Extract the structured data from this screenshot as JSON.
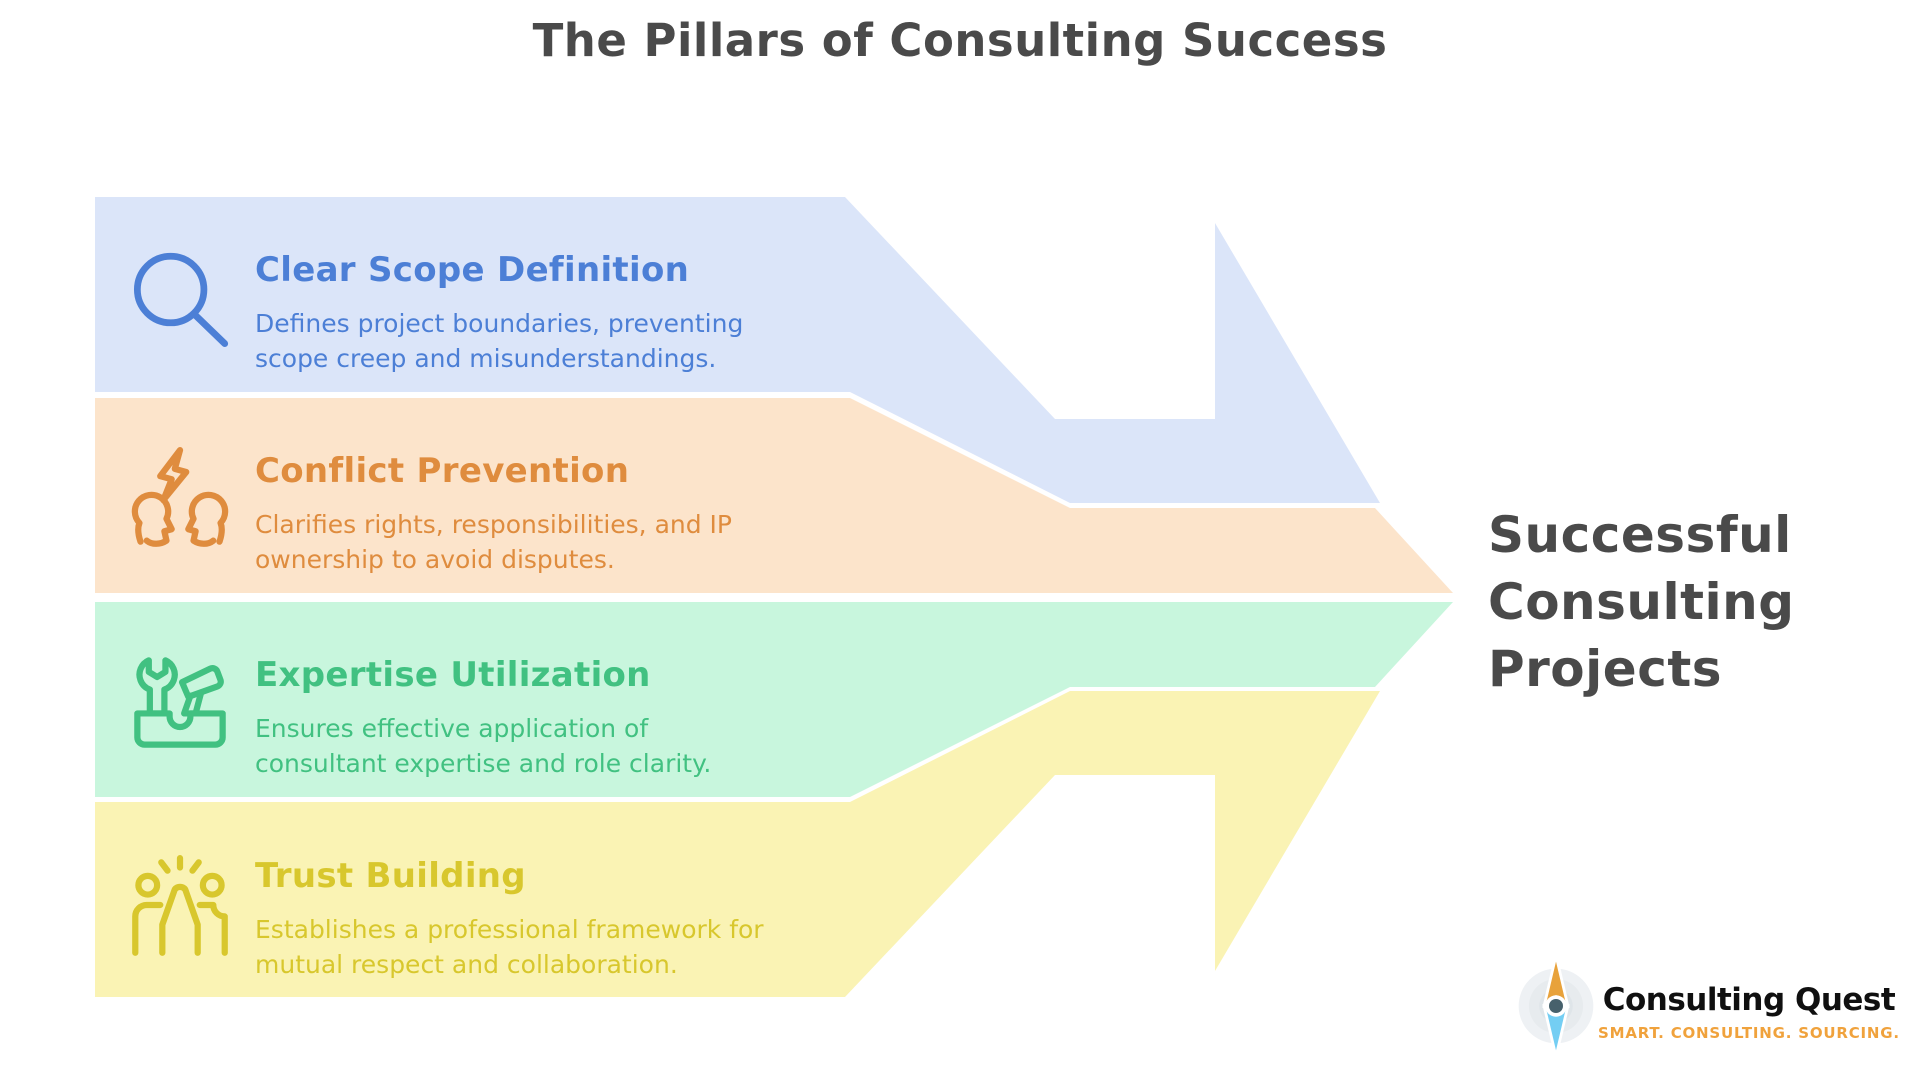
{
  "title": "The Pillars of Consulting Success",
  "colors": {
    "heading_dark": "#4a4a4a",
    "background": "#ffffff"
  },
  "pillars": [
    {
      "heading": "Clear Scope Definition",
      "desc_line1": "Defines project boundaries, preventing",
      "desc_line2": "scope creep and misunderstandings.",
      "icon": "magnifier-icon",
      "band_color": "#dbe5f9",
      "text_color": "#4c7fd6"
    },
    {
      "heading": "Conflict Prevention",
      "desc_line1": "Clarifies rights, responsibilities, and IP",
      "desc_line2": "ownership to avoid disputes.",
      "icon": "conflict-icon",
      "band_color": "#fce4cb",
      "text_color": "#df8c3e"
    },
    {
      "heading": "Expertise Utilization",
      "desc_line1": "Ensures effective application of",
      "desc_line2": "consultant expertise and role clarity.",
      "icon": "toolbox-icon",
      "band_color": "#c8f6dd",
      "text_color": "#41c181"
    },
    {
      "heading": "Trust Building",
      "desc_line1": "Establishes a professional framework for",
      "desc_line2": "mutual respect and collaboration.",
      "icon": "high-five-icon",
      "band_color": "#faf3b4",
      "text_color": "#d8c72d"
    }
  ],
  "result": {
    "line1": "Successful",
    "line2": "Consulting",
    "line3": "Projects"
  },
  "logo": {
    "name": "Consulting Quest",
    "tagline": "SMART. CONSULTING. SOURCING.",
    "name_color": "#101010",
    "tagline_color": "#f0a23c",
    "needle_up_color": "#e8a23b",
    "needle_down_color": "#74cef3",
    "hub_color": "#47616c"
  }
}
